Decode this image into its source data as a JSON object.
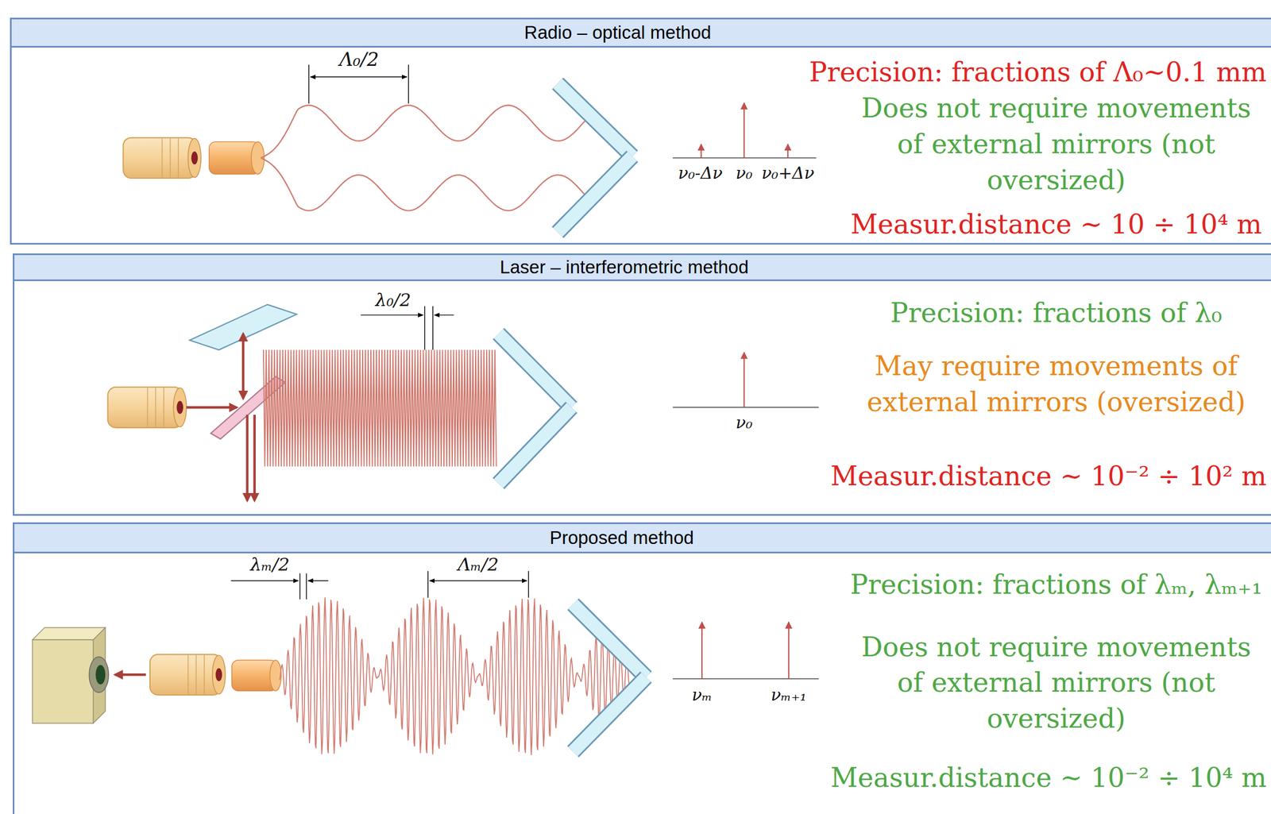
{
  "diagram": {
    "nodes": [
      {
        "text": [
          "Radio – optical method"
        ]
      },
      {
        "text": [
          "Laser – interferometric method"
        ]
      },
      {
        "text": [
          "Proposed method"
        ]
      }
    ],
    "labels": [
      "Λ₀/2",
      "ν₀-Δν",
      "ν₀",
      "ν₀+Δν",
      "Precision: fractions of Λ₀~0.1 mm",
      "Does not require movements of external mirrors (not oversized)",
      "Measur.distance ~ 10 ÷ 10⁴ m",
      "λ₀/2",
      "ν₀",
      "Precision: fractions of λ₀",
      "May require movements of external mirrors (oversized)",
      "Measur.distance ~ 10⁻² ÷ 10² m",
      "λₘ/2",
      "Λₘ/2",
      "νₘ",
      "νₘ₊₁",
      "Precision: fractions of λₘ, λₘ₊₁",
      "Does not require movements of external mirrors (not oversized)",
      "Measur.distance ~ 10⁻² ÷ 10⁴ m"
    ]
  }
}
